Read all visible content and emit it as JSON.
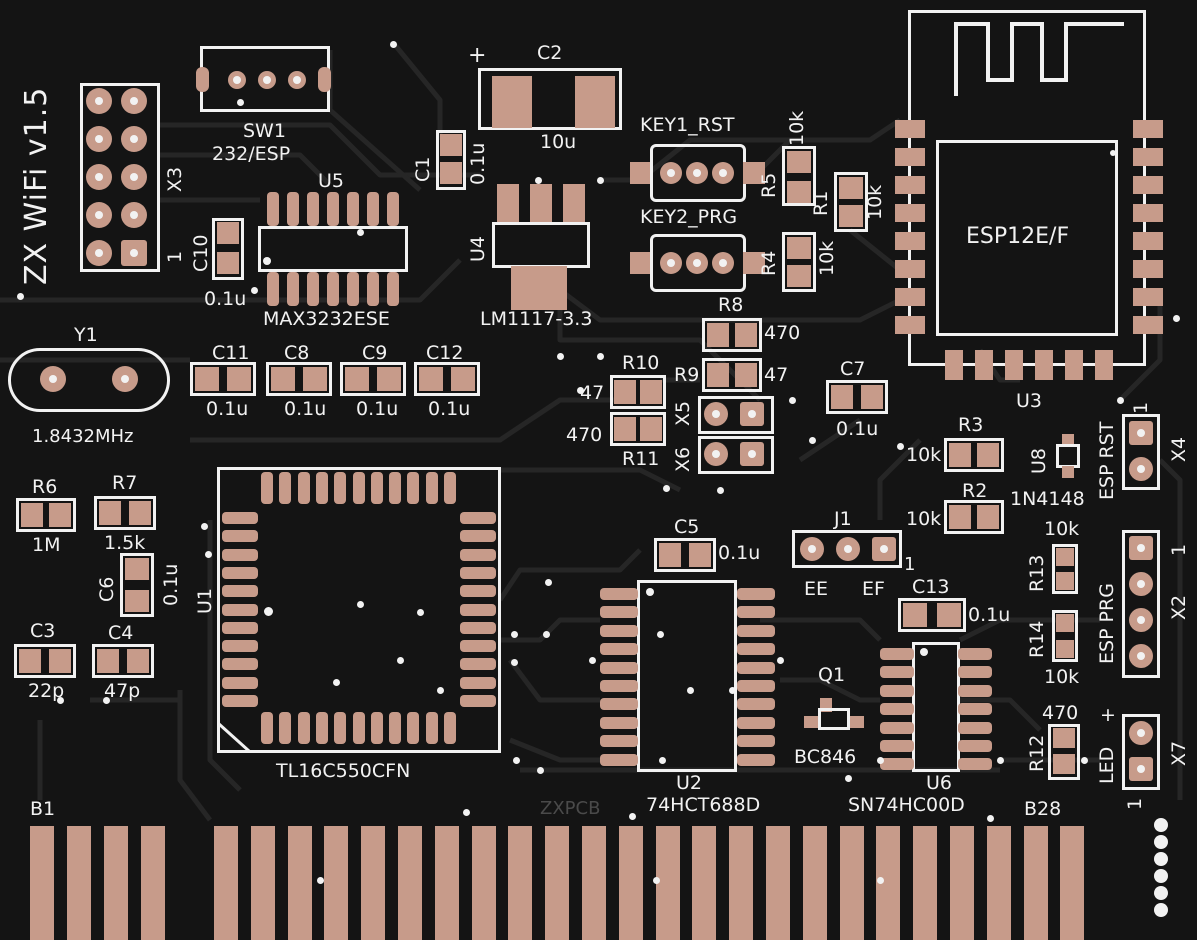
{
  "board": {
    "title": "ZX WiFi v1.5",
    "brand": "ZXPCB",
    "colors": {
      "substrate": "#141414",
      "copper": "#c79b8a",
      "silkscreen": "#f2f2f2",
      "trace": "#262626"
    }
  },
  "edge": {
    "first": "B1",
    "last": "B28",
    "pin_count": 28
  },
  "components": {
    "x3": {
      "ref": "X3",
      "pin1": "1"
    },
    "sw1": {
      "ref": "SW1",
      "value": "232/ESP"
    },
    "c2": {
      "ref": "C2",
      "value": "10u",
      "polarity": "+"
    },
    "c1": {
      "ref": "C1",
      "value": "0.1u"
    },
    "u5": {
      "ref": "U5",
      "value": "MAX3232ESE"
    },
    "c10": {
      "ref": "C10",
      "value": "0.1u"
    },
    "u4": {
      "ref": "U4",
      "value": "LM1117-3.3"
    },
    "key1": {
      "ref": "KEY1_RST"
    },
    "key2": {
      "ref": "KEY2_PRG"
    },
    "r5": {
      "ref": "R5",
      "value": "10k"
    },
    "r1": {
      "ref": "R1",
      "value": "10k"
    },
    "r4": {
      "ref": "R4",
      "value": "10k"
    },
    "u3": {
      "ref": "U3",
      "value": "ESP12E/F"
    },
    "y1": {
      "ref": "Y1",
      "value": "1.8432MHz"
    },
    "c11": {
      "ref": "C11",
      "value": "0.1u"
    },
    "c8": {
      "ref": "C8",
      "value": "0.1u"
    },
    "c9": {
      "ref": "C9",
      "value": "0.1u"
    },
    "c12": {
      "ref": "C12",
      "value": "0.1u"
    },
    "r8": {
      "ref": "R8",
      "value": "470"
    },
    "r9": {
      "ref": "R9",
      "value": "47"
    },
    "r10": {
      "ref": "R10",
      "value": "47"
    },
    "r11": {
      "ref": "R11",
      "value": "470"
    },
    "x5": {
      "ref": "X5"
    },
    "x6": {
      "ref": "X6"
    },
    "c7": {
      "ref": "C7",
      "value": "0.1u"
    },
    "r3": {
      "ref": "R3",
      "value": "10k"
    },
    "r2": {
      "ref": "R2",
      "value": "10k"
    },
    "u8": {
      "ref": "U8",
      "value": "1N4148"
    },
    "x4": {
      "ref": "X4",
      "label": "ESP RST",
      "pin1": "1"
    },
    "r6": {
      "ref": "R6",
      "value": "1M"
    },
    "r7": {
      "ref": "R7",
      "value": "1.5k"
    },
    "c6": {
      "ref": "C6",
      "value": "0.1u"
    },
    "u1": {
      "ref": "U1",
      "value": "TL16C550CFN"
    },
    "c3": {
      "ref": "C3",
      "value": "22p"
    },
    "c4": {
      "ref": "C4",
      "value": "47p"
    },
    "c5": {
      "ref": "C5",
      "value": "0.1u"
    },
    "j1": {
      "ref": "J1",
      "pin1": "1",
      "left": "EE",
      "right": "EF"
    },
    "u2": {
      "ref": "U2",
      "value": "74HCT688D"
    },
    "c13": {
      "ref": "C13",
      "value": "0.1u"
    },
    "q1": {
      "ref": "Q1",
      "value": "BC846"
    },
    "u6": {
      "ref": "U6",
      "value": "SN74HC00D"
    },
    "r13": {
      "ref": "R13",
      "value": "10k"
    },
    "r14": {
      "ref": "R14",
      "value": "10k"
    },
    "x2": {
      "ref": "X2",
      "label": "ESP PRG",
      "pin1": "1"
    },
    "r12": {
      "ref": "R12",
      "value": "470"
    },
    "x7": {
      "ref": "X7",
      "label": "LED",
      "polarity": "+",
      "pin1": "1"
    }
  }
}
